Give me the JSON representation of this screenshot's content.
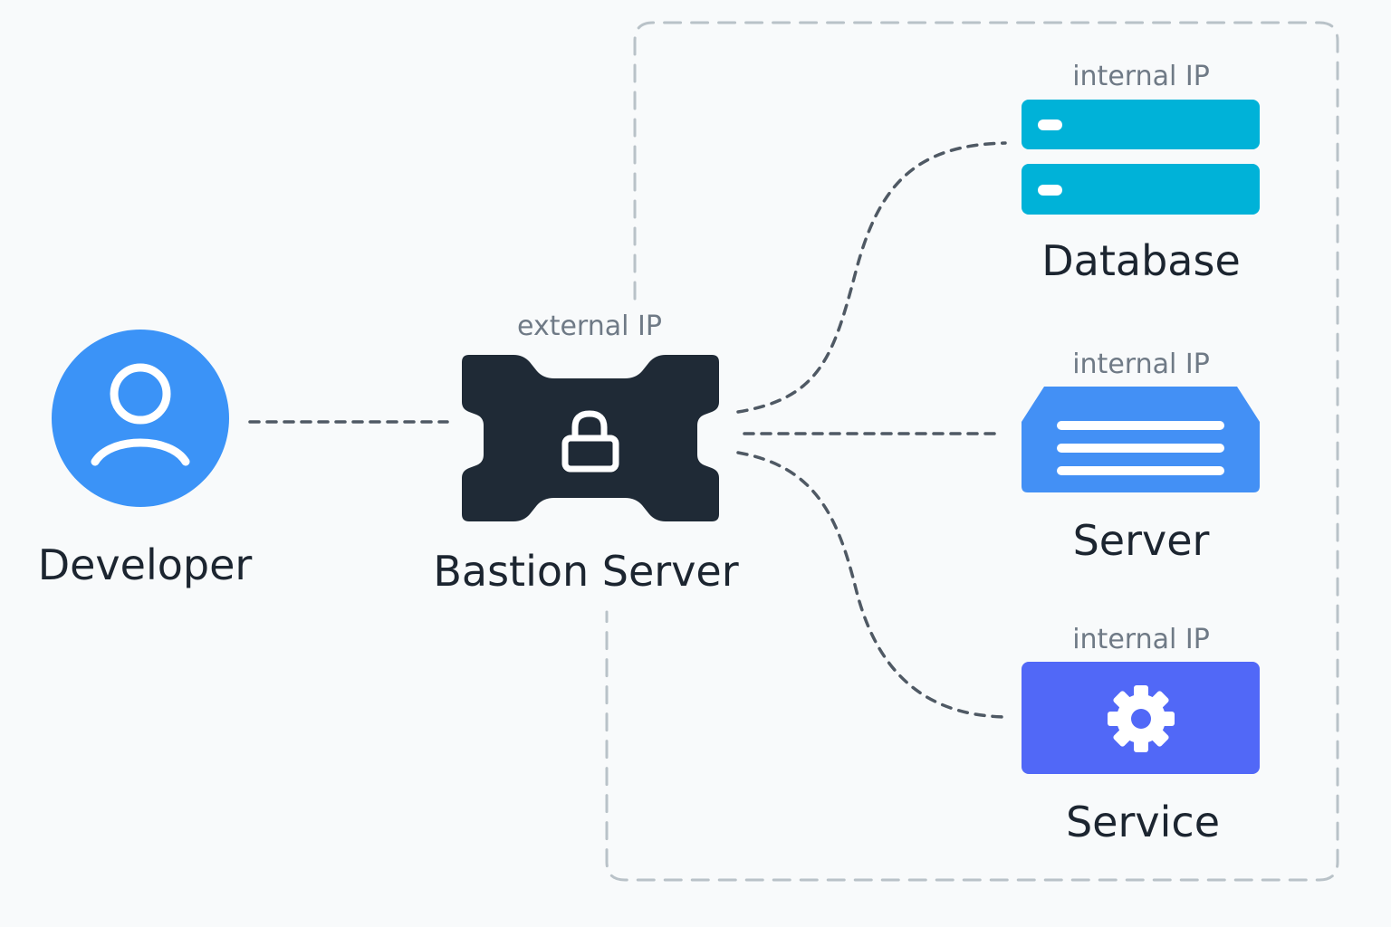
{
  "colors": {
    "background": "#f8fafb",
    "developer": "#3b93f7",
    "bastion": "#1f2a36",
    "database": "#00b2d8",
    "server": "#4390f5",
    "service": "#5168f7",
    "connector": "#4f5964",
    "boundary": "#b9c2c8"
  },
  "nodes": {
    "developer": {
      "label": "Developer",
      "icon": "user-icon"
    },
    "bastion": {
      "label": "Bastion Server",
      "ip_label": "external IP",
      "icon": "lock-icon"
    },
    "database": {
      "label": "Database",
      "ip_label": "internal IP",
      "icon": "database-icon"
    },
    "server": {
      "label": "Server",
      "ip_label": "internal IP",
      "icon": "server-icon"
    },
    "service": {
      "label": "Service",
      "ip_label": "internal IP",
      "icon": "gear-icon"
    }
  },
  "edges": [
    {
      "from": "developer",
      "to": "bastion",
      "style": "dashed"
    },
    {
      "from": "bastion",
      "to": "database",
      "style": "dashed"
    },
    {
      "from": "bastion",
      "to": "server",
      "style": "dashed"
    },
    {
      "from": "bastion",
      "to": "service",
      "style": "dashed"
    }
  ]
}
